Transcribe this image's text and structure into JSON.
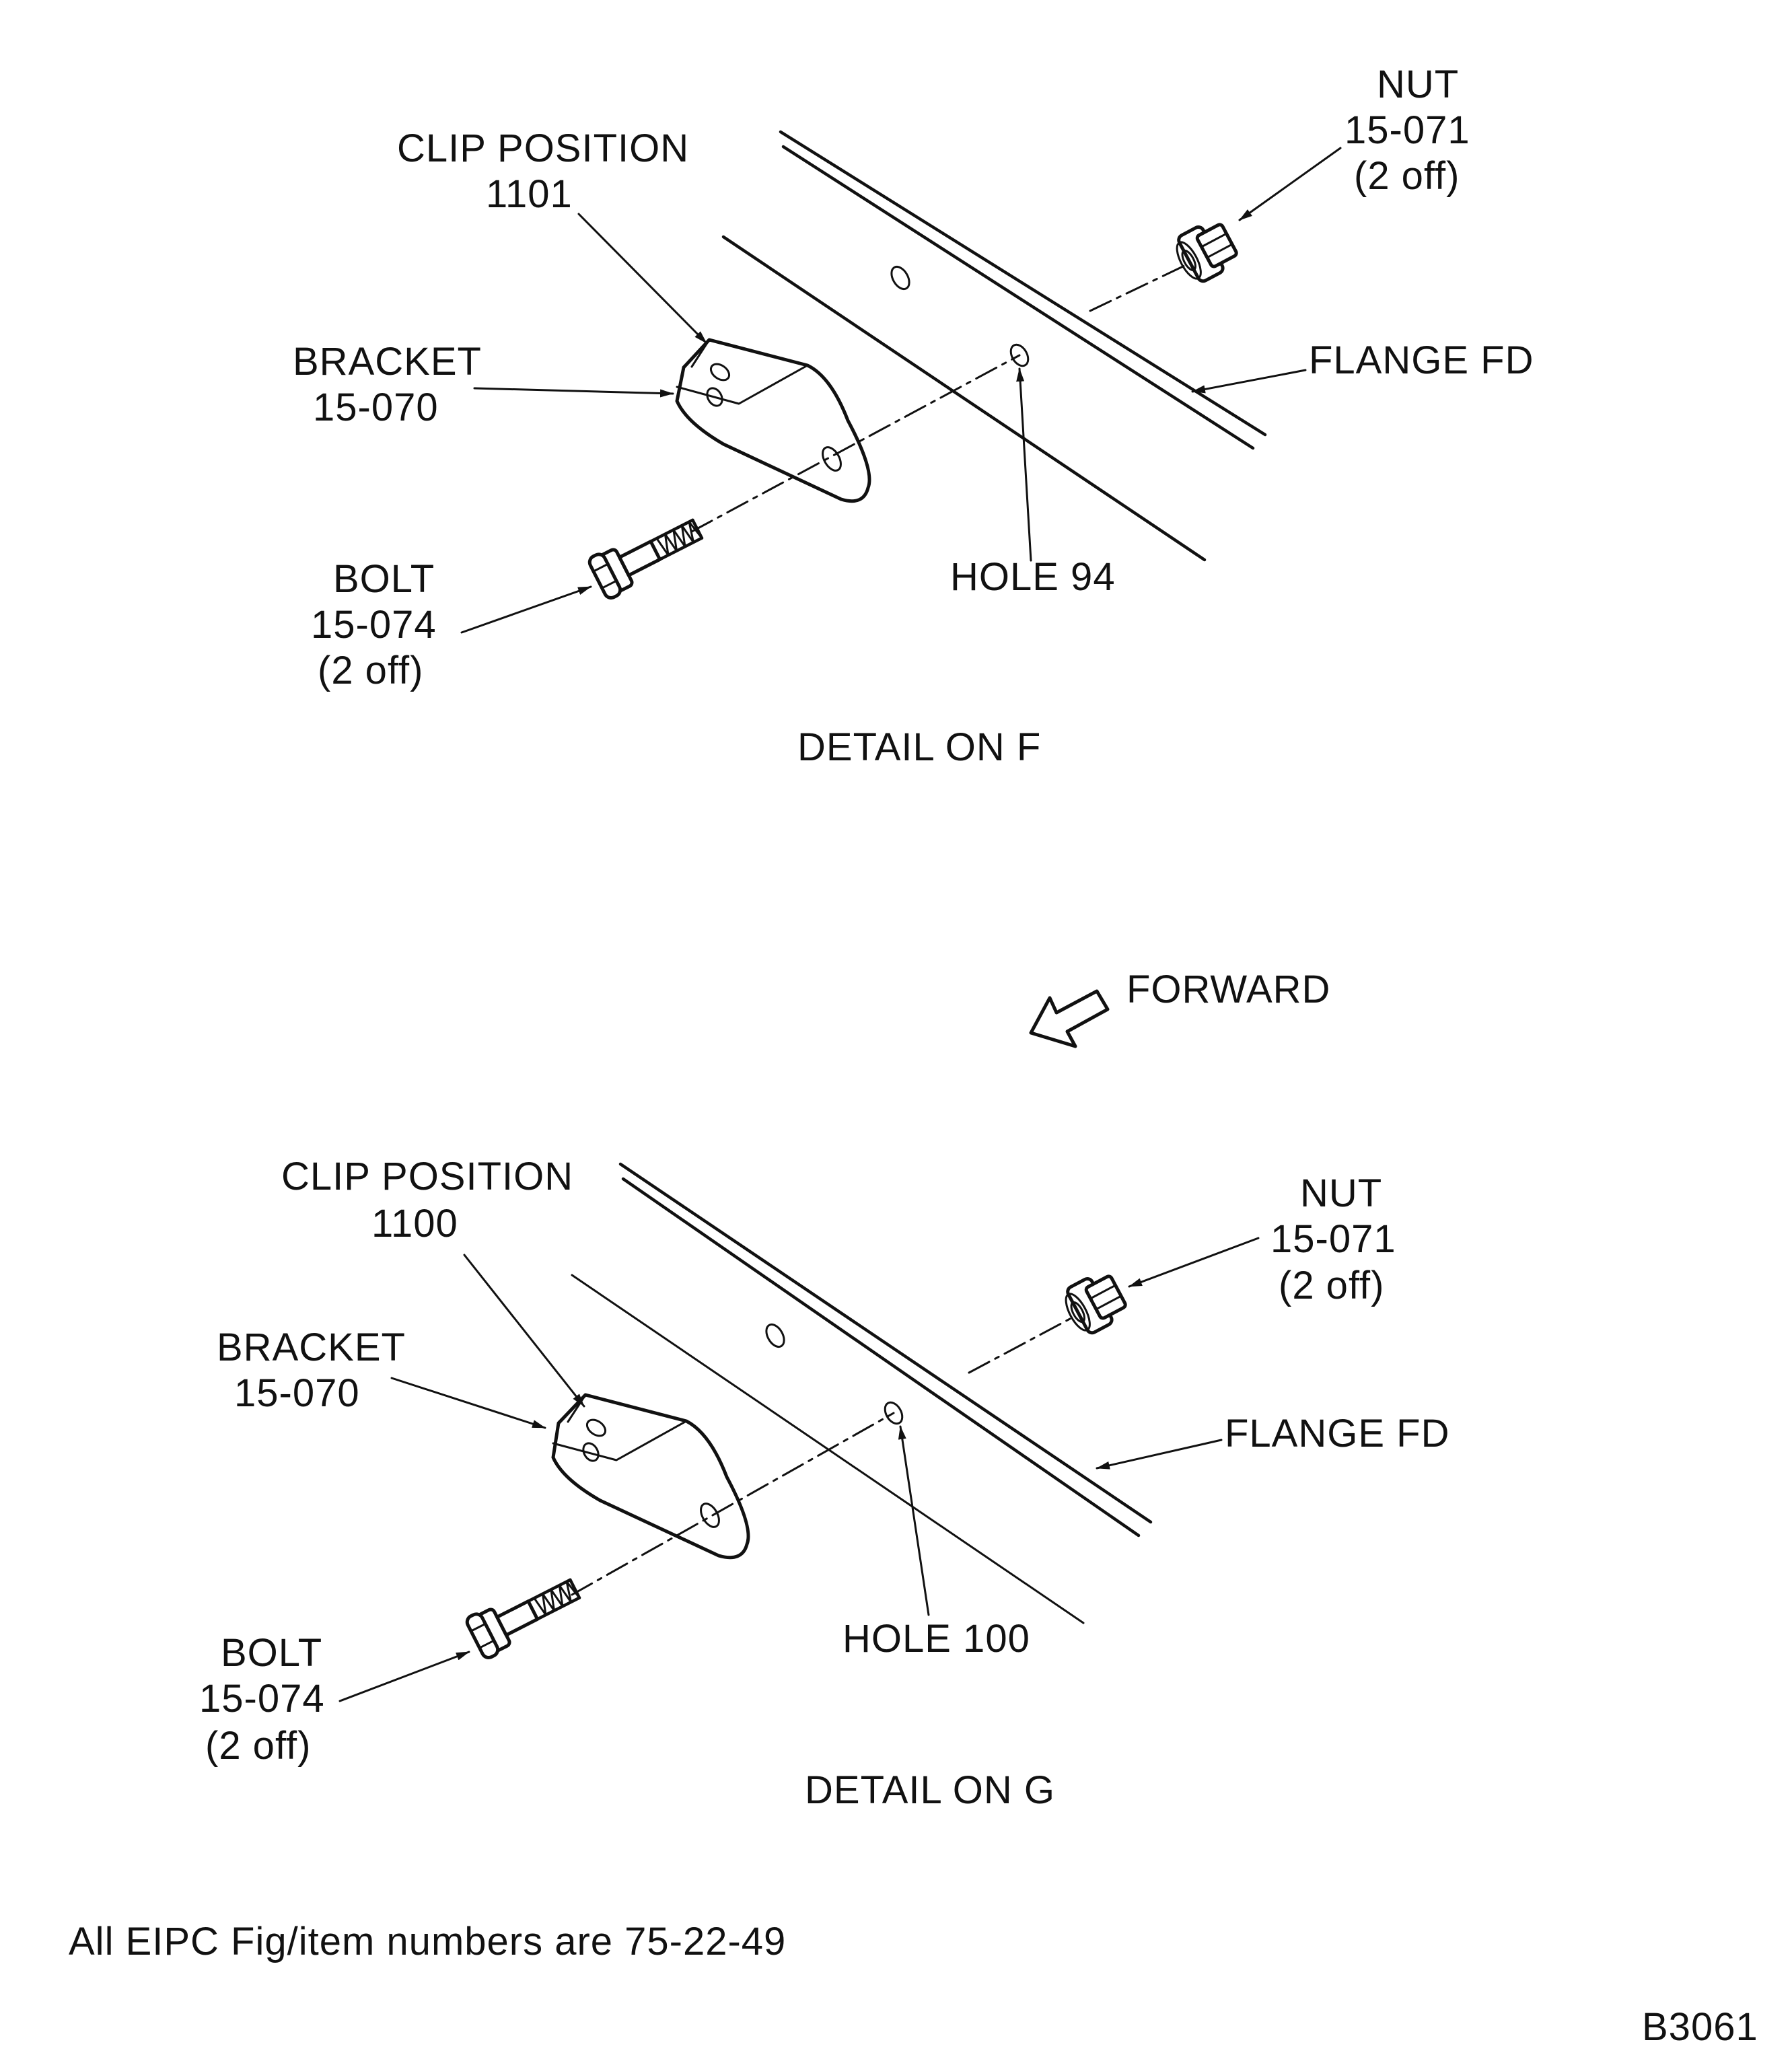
{
  "detail_f": {
    "clip_label": "CLIP POSITION",
    "clip_number": "1101",
    "bracket_label": "BRACKET",
    "bracket_number": "15-070",
    "bolt_label": "BOLT",
    "bolt_number": "15-074",
    "bolt_qty": "(2 off)",
    "nut_label": "NUT",
    "nut_number": "15-071",
    "nut_qty": "(2 off)",
    "flange_label": "FLANGE FD",
    "hole_label": "HOLE 94",
    "caption": "DETAIL ON F"
  },
  "forward_label": "FORWARD",
  "detail_g": {
    "clip_label": "CLIP POSITION",
    "clip_number": "1100",
    "bracket_label": "BRACKET",
    "bracket_number": "15-070",
    "bolt_label": "BOLT",
    "bolt_number": "15-074",
    "bolt_qty": "(2 off)",
    "nut_label": "NUT",
    "nut_number": "15-071",
    "nut_qty": "(2 off)",
    "flange_label": "FLANGE FD",
    "hole_label": "HOLE 100",
    "caption": "DETAIL ON G"
  },
  "footnote": "All EIPC Fig/item numbers are 75-22-49",
  "figure_id": "B3061"
}
